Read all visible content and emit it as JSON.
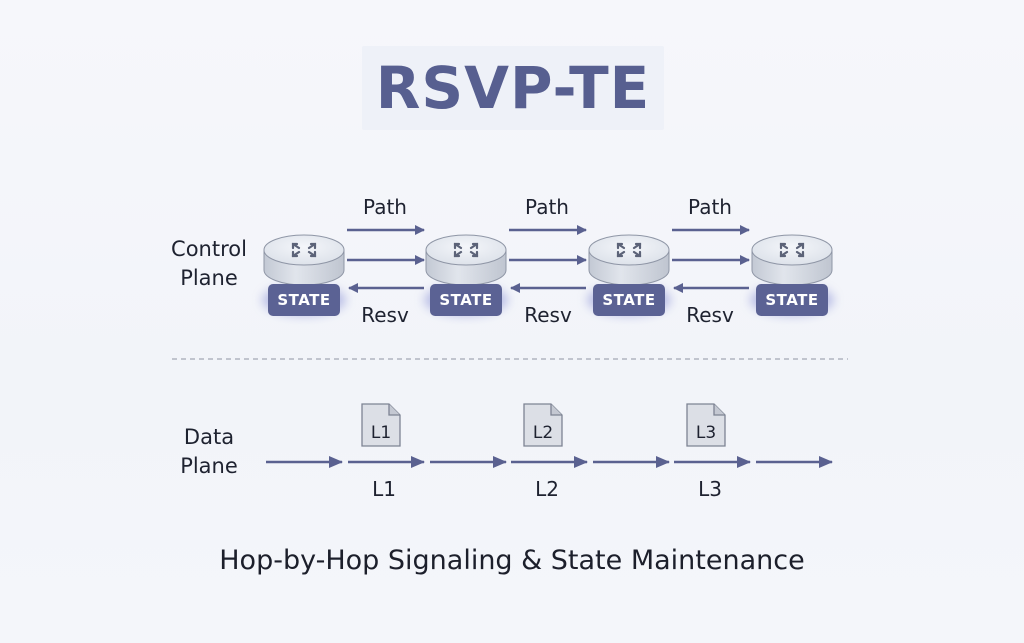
{
  "title": "RSVP-TE",
  "subtitle": "Hop-by-Hop Signaling & State Maintenance",
  "control_plane": {
    "label_line1": "Control",
    "label_line2": "Plane",
    "routers": [
      {
        "state_label": "STATE"
      },
      {
        "state_label": "STATE"
      },
      {
        "state_label": "STATE"
      },
      {
        "state_label": "STATE"
      }
    ],
    "links": [
      {
        "path_label": "Path",
        "resv_label": "Resv"
      },
      {
        "path_label": "Path",
        "resv_label": "Resv"
      },
      {
        "path_label": "Path",
        "resv_label": "Resv"
      }
    ]
  },
  "data_plane": {
    "label_line1": "Data",
    "label_line2": "Plane",
    "labels": [
      {
        "doc_label": "L1",
        "hop_label": "L1"
      },
      {
        "doc_label": "L2",
        "hop_label": "L2"
      },
      {
        "doc_label": "L3",
        "hop_label": "L3"
      }
    ]
  },
  "colors": {
    "title": "#575f90",
    "arrow": "#5a6190",
    "state_badge": "#5b6294",
    "router_body": "#d8dde6",
    "router_top": "#e9edf3",
    "document": "#dcdfe6"
  },
  "icons": {
    "router": "router-icon",
    "document": "document-icon",
    "arrow": "arrow-right-icon"
  }
}
